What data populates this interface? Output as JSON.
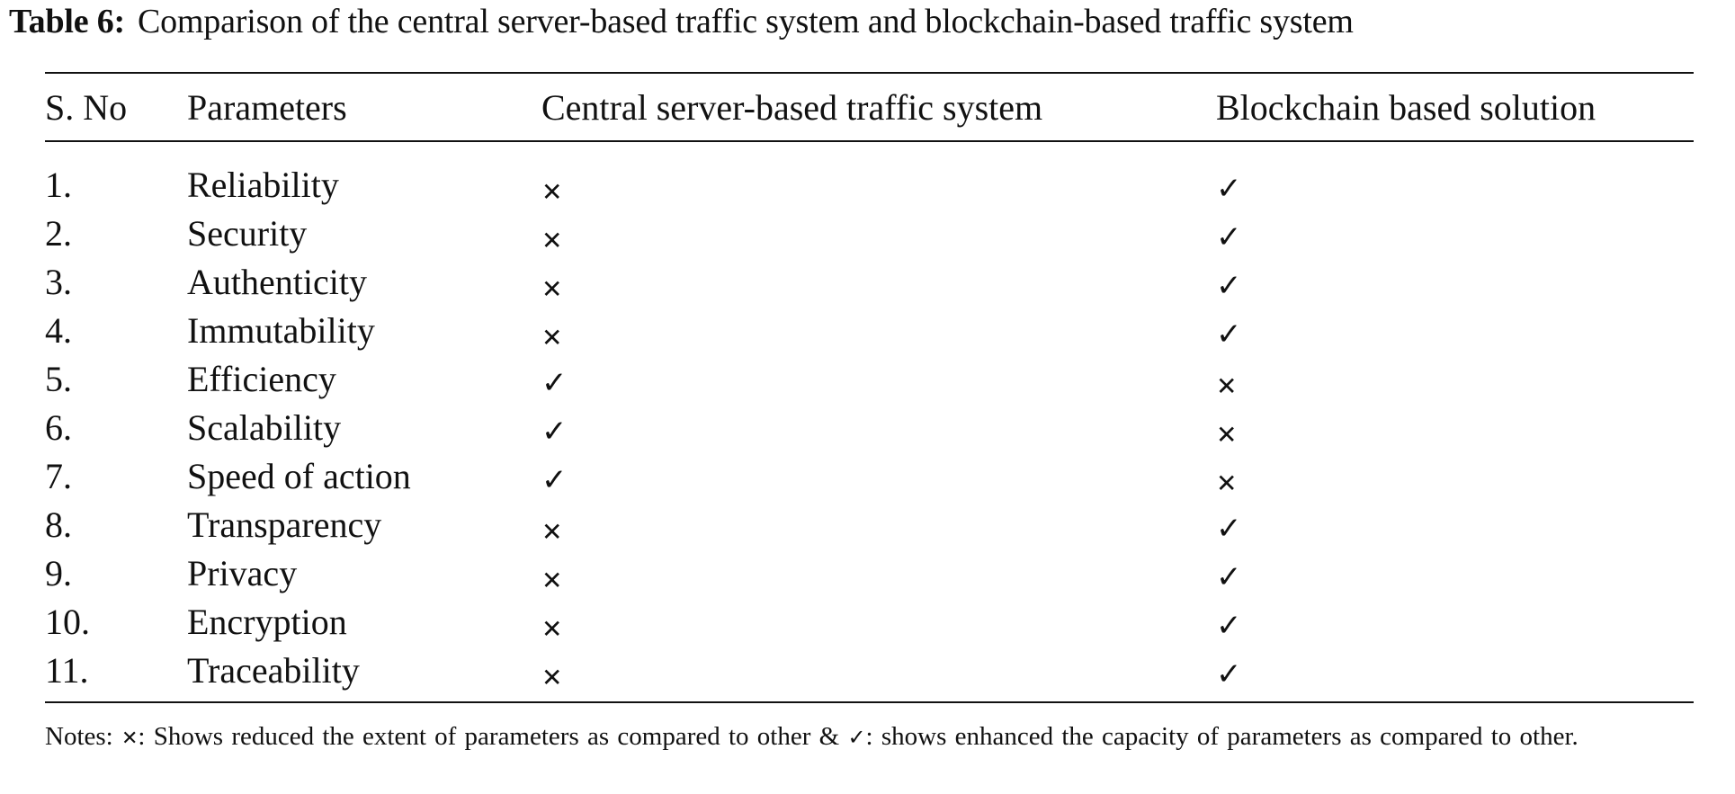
{
  "caption": {
    "label": "Table 6:",
    "text": "Comparison of the central server-based traffic system and blockchain-based traffic system"
  },
  "table": {
    "headers": {
      "sno": "S. No",
      "parameter": "Parameters",
      "central": "Central server-based traffic system",
      "blockchain": "Blockchain based solution"
    },
    "rows": [
      {
        "sno": "1.",
        "parameter": "Reliability",
        "central": "✕",
        "blockchain": "✓"
      },
      {
        "sno": "2.",
        "parameter": "Security",
        "central": "✕",
        "blockchain": "✓"
      },
      {
        "sno": "3.",
        "parameter": "Authenticity",
        "central": "✕",
        "blockchain": "✓"
      },
      {
        "sno": "4.",
        "parameter": "Immutability",
        "central": "✕",
        "blockchain": "✓"
      },
      {
        "sno": "5.",
        "parameter": "Efficiency",
        "central": "✓",
        "blockchain": "✕"
      },
      {
        "sno": "6.",
        "parameter": "Scalability",
        "central": "✓",
        "blockchain": "✕"
      },
      {
        "sno": "7.",
        "parameter": "Speed of action",
        "central": "✓",
        "blockchain": "✕"
      },
      {
        "sno": "8.",
        "parameter": "Transparency",
        "central": "✕",
        "blockchain": "✓"
      },
      {
        "sno": "9.",
        "parameter": "Privacy",
        "central": "✕",
        "blockchain": "✓"
      },
      {
        "sno": "10.",
        "parameter": "Encryption",
        "central": "✕",
        "blockchain": "✓"
      },
      {
        "sno": "11.",
        "parameter": "Traceability",
        "central": "✕",
        "blockchain": "✓"
      }
    ]
  },
  "notes": {
    "prefix": "Notes:",
    "cross_symbol": "✕",
    "cross_text": ": Shows reduced the extent of parameters as compared to other &",
    "check_symbol": "✓",
    "check_text": ": shows enhanced the capacity of parameters as compared to other."
  }
}
